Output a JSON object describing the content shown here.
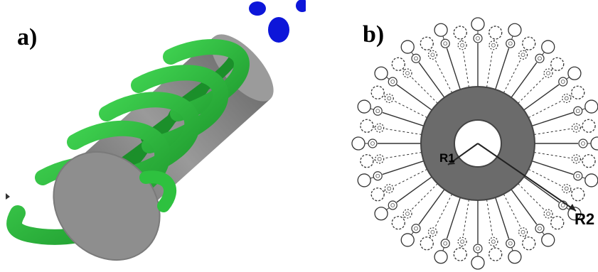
{
  "panel_a": {
    "label": "a)"
  },
  "panel_b": {
    "label": "b)",
    "inner_radius_label": "R1",
    "outer_radius_label": "R2"
  },
  "colors": {
    "helix": "#2ec13f",
    "helix_dark": "#1b8f2a",
    "rod": "#8c8c8c",
    "rod_dark": "#6f6f6f",
    "particles": "#0d16d9",
    "core": "#6b6b6b"
  }
}
